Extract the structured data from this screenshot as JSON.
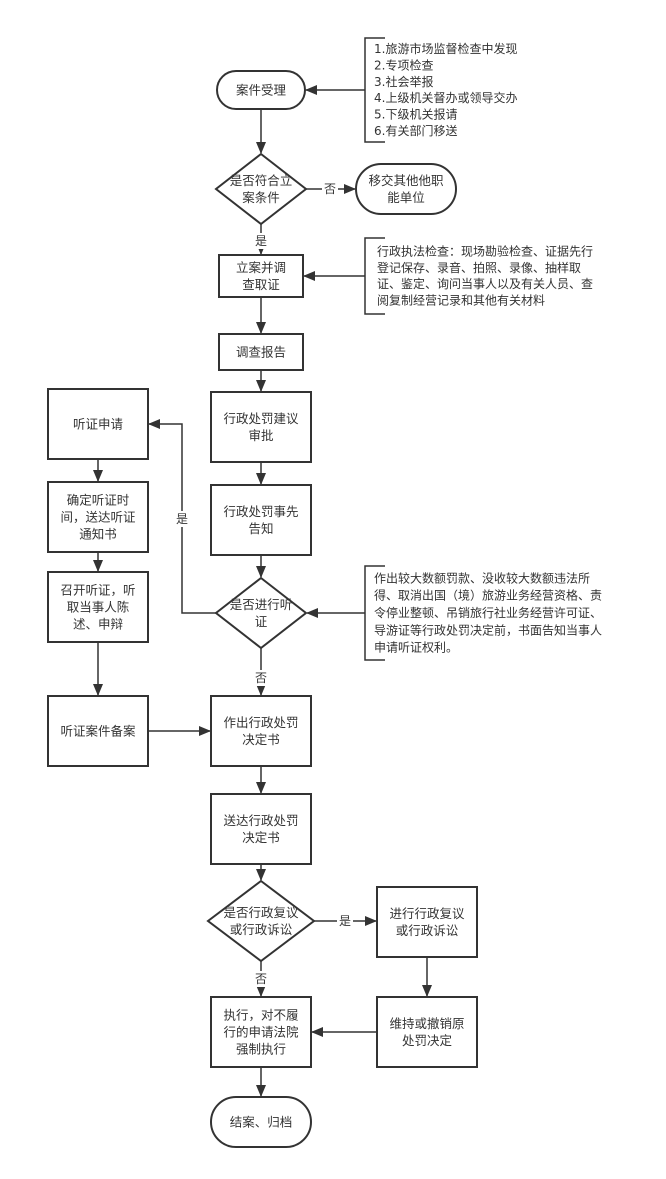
{
  "nodes": {
    "accept": [
      "案件受理"
    ],
    "meets": [
      "是否符合立",
      "案条件"
    ],
    "transfer": [
      "移交其他他职",
      "能单位"
    ],
    "investigate": [
      "立案并调",
      "查取证"
    ],
    "report": [
      "调查报告"
    ],
    "proposal": [
      "行政处罚建议",
      "审批"
    ],
    "notify": [
      "行政处罚事先",
      "告知"
    ],
    "hearing_q": [
      "是否进行听",
      "证"
    ],
    "hearing_apply": [
      "听证申请"
    ],
    "confirm_time": [
      "确定听证时",
      "间，送达听证",
      "通知书"
    ],
    "hold_hearing": [
      "召开听证，听",
      "取当事人陈",
      "述、申辩"
    ],
    "hearing_file": [
      "听证案件备案"
    ],
    "decision": [
      "作出行政处罚",
      "决定书"
    ],
    "deliver": [
      "送达行政处罚",
      "决定书"
    ],
    "review_q": [
      "是否行政复议",
      "或行政诉讼"
    ],
    "review": [
      "进行行政复议",
      "或行政诉讼"
    ],
    "maintain": [
      "维持或撤销原",
      "处罚决定"
    ],
    "execute": [
      "执行，对不履",
      "行的申请法院",
      "强制执行"
    ],
    "close": [
      "结案、归档"
    ]
  },
  "notes": {
    "sources": [
      "1.旅游市场监督检查中发现",
      "2.专项检查",
      "3.社会举报",
      "4.上级机关督办或领导交办",
      "5.下级机关报请",
      "6.有关部门移送"
    ],
    "inspection": [
      "行政执法检查：现场勘验检查、证据先行",
      "登记保存、录音、拍照、录像、抽样取",
      "证、鉴定、询问当事人以及有关人员、查",
      "阅复制经营记录和其他有关材料"
    ],
    "hearing_right": [
      "作出较大数额罚款、没收较大数额违法所",
      "得、取消出国（境）旅游业务经营资格、责",
      "令停业整顿、吊销旅行社业务经营许可证、",
      "导游证等行政处罚决定前，书面告知当事人",
      "申请听证权利。"
    ]
  },
  "edge_labels": {
    "no": "否",
    "yes": "是"
  }
}
